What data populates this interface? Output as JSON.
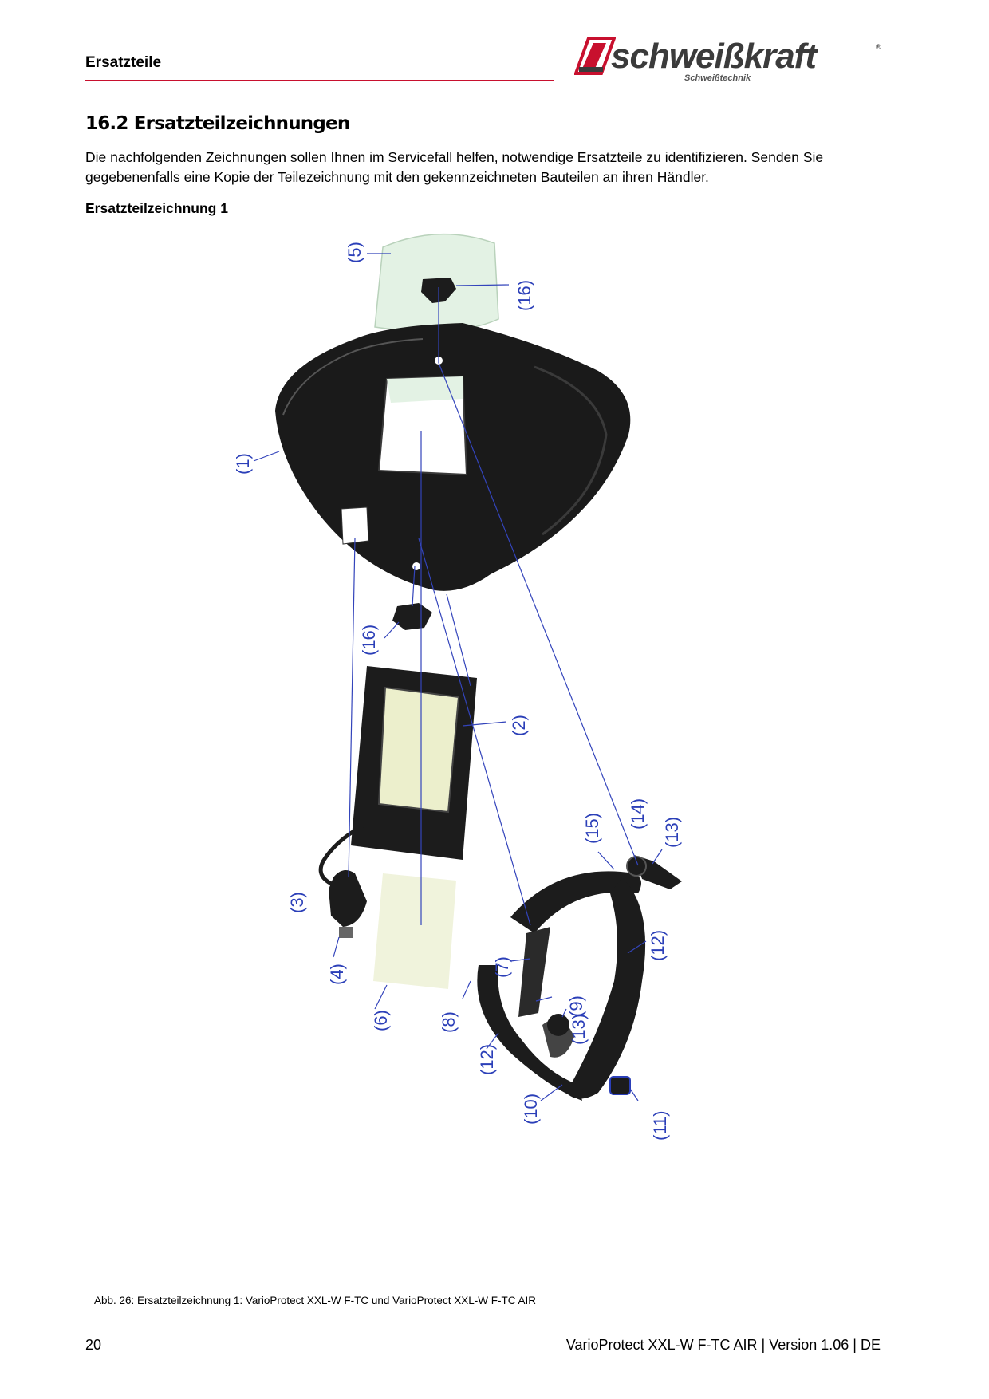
{
  "header": {
    "title": "Ersatzteile",
    "logo_text": "schweißkraft",
    "logo_subtitle": "Schweißtechnik",
    "logo_registered": "®"
  },
  "section": {
    "heading": "16.2  Ersatzteilzeichnungen",
    "intro": "Die nachfolgenden Zeichnungen sollen Ihnen im Servicefall helfen, notwendige Ersatzteile zu identifizieren. Senden Sie gegebenenfalls eine Kopie der Teilezeichnung mit den gekennzeichneten Bauteilen an ihren Händler.",
    "subheading": "Ersatzteilzeichnung 1"
  },
  "drawing": {
    "part_labels": [
      "(5)",
      "(16)",
      "(1)",
      "(16)",
      "(2)",
      "(15)",
      "(14)",
      "(13)",
      "(3)",
      "(12)",
      "(4)",
      "(7)",
      "(9)",
      "(6)",
      "(8)",
      "(13)",
      "(12)",
      "(10)",
      "(11)"
    ]
  },
  "caption": "Abb. 26: Ersatzteilzeichnung 1:  VarioProtect XXL-W F-TC und VarioProtect XXL-W F-TC AIR",
  "footer": {
    "page_number": "20",
    "doc_id": "VarioProtect XXL-W F-TC AIR | Version 1.06 | DE"
  }
}
